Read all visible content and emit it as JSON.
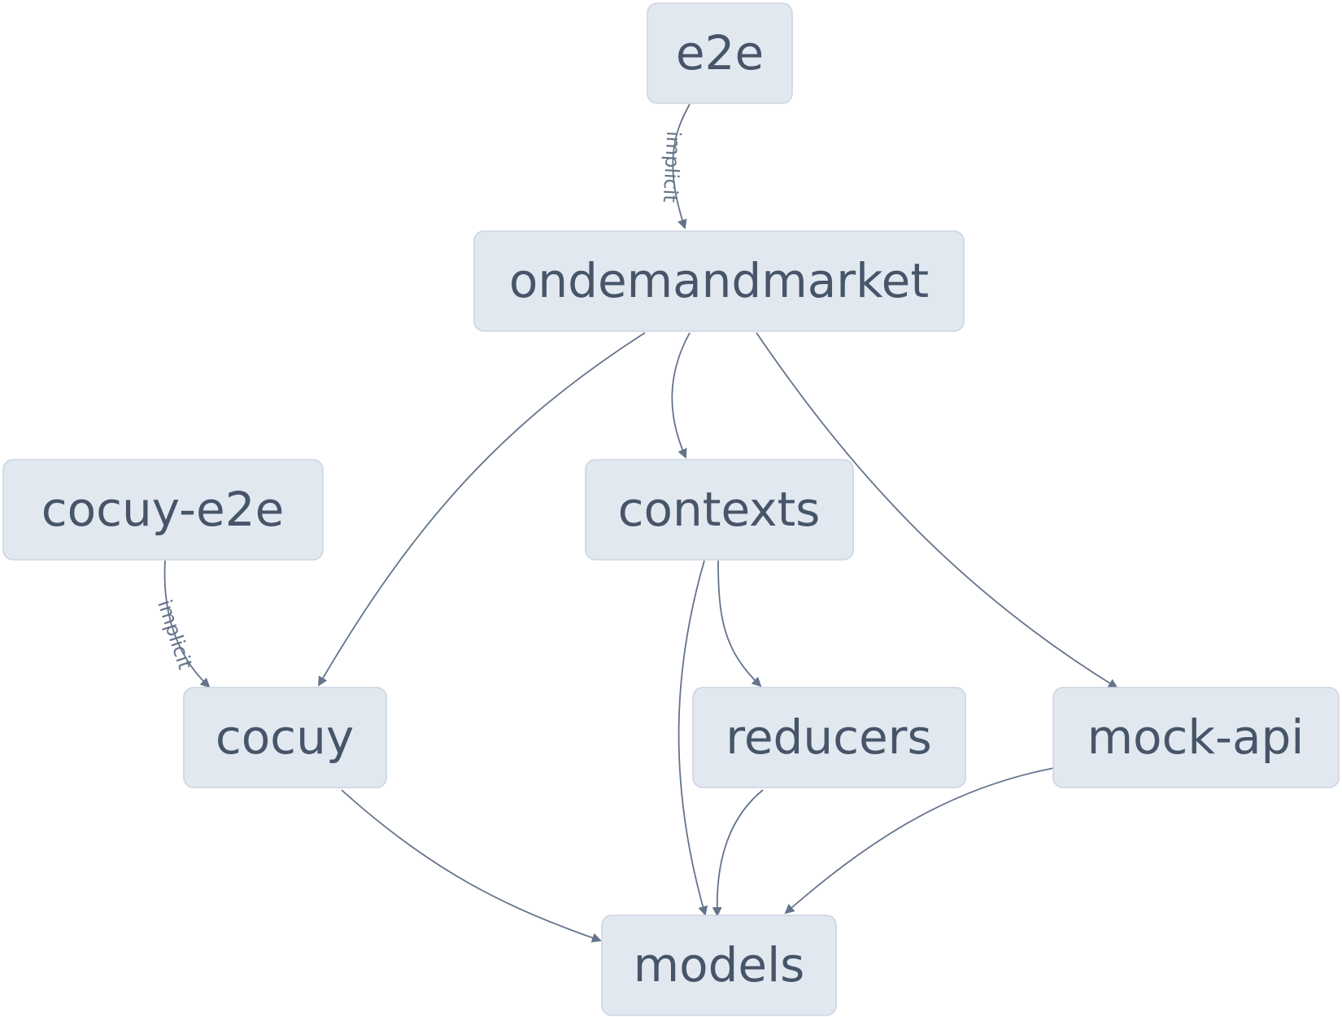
{
  "colors": {
    "node_fill": "#e2e8f0",
    "node_border": "#cbd5e1",
    "node_text": "#475569",
    "edge": "#64748b",
    "background": "#ffffff"
  },
  "nodes": [
    {
      "id": "e2e",
      "label": "e2e"
    },
    {
      "id": "ondemandmarket",
      "label": "ondemandmarket"
    },
    {
      "id": "cocuy-e2e",
      "label": "cocuy-e2e"
    },
    {
      "id": "contexts",
      "label": "contexts"
    },
    {
      "id": "cocuy",
      "label": "cocuy"
    },
    {
      "id": "reducers",
      "label": "reducers"
    },
    {
      "id": "mock-api",
      "label": "mock-api"
    },
    {
      "id": "models",
      "label": "models"
    }
  ],
  "edges": [
    {
      "from": "e2e",
      "to": "ondemandmarket",
      "label": "implicit"
    },
    {
      "from": "ondemandmarket",
      "to": "cocuy",
      "label": ""
    },
    {
      "from": "ondemandmarket",
      "to": "contexts",
      "label": ""
    },
    {
      "from": "ondemandmarket",
      "to": "mock-api",
      "label": ""
    },
    {
      "from": "cocuy-e2e",
      "to": "cocuy",
      "label": "implicit"
    },
    {
      "from": "contexts",
      "to": "reducers",
      "label": ""
    },
    {
      "from": "contexts",
      "to": "models",
      "label": ""
    },
    {
      "from": "cocuy",
      "to": "models",
      "label": ""
    },
    {
      "from": "reducers",
      "to": "models",
      "label": ""
    },
    {
      "from": "mock-api",
      "to": "models",
      "label": ""
    }
  ]
}
